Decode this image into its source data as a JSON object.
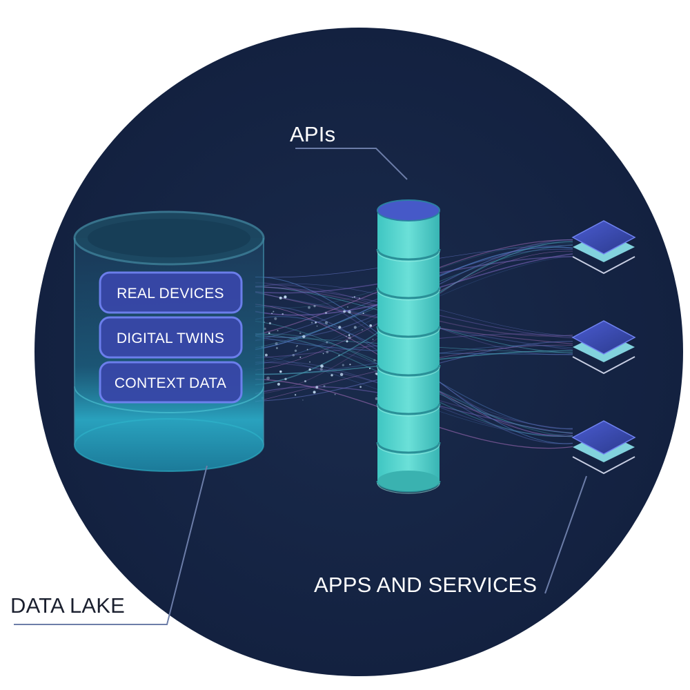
{
  "labels": {
    "apis": "APIs",
    "data_lake": "DATA LAKE",
    "apps_and_services": "APPS AND SERVICES"
  },
  "data_lake_items": [
    {
      "label": "REAL DEVICES"
    },
    {
      "label": "DIGITAL TWINS"
    },
    {
      "label": "CONTEXT DATA"
    }
  ],
  "colors": {
    "circle_background": "#14233f",
    "accent_teal": "#4fd1c5",
    "accent_blue": "#4b5fc9",
    "pill_fill": "#3847a8",
    "pill_border": "#6b7cf0",
    "text_light": "#ffffff",
    "text_dark": "#1a1f2e"
  },
  "icons": [
    "database-cylinder-icon",
    "api-stack-icon",
    "layers-icon"
  ]
}
